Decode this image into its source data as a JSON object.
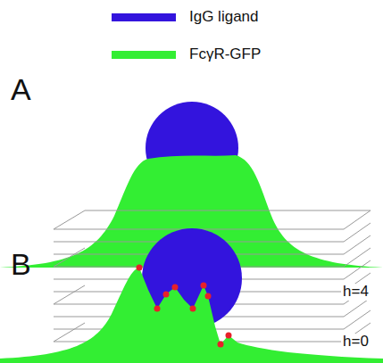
{
  "diagram": {
    "labels": [
      "A",
      "B",
      "h=4",
      "h=0"
    ],
    "legend": [
      {
        "text": "IgG ligand",
        "color": "#3314dd"
      },
      {
        "text": "FcγR-GFP",
        "color": "#33ee33"
      }
    ]
  }
}
